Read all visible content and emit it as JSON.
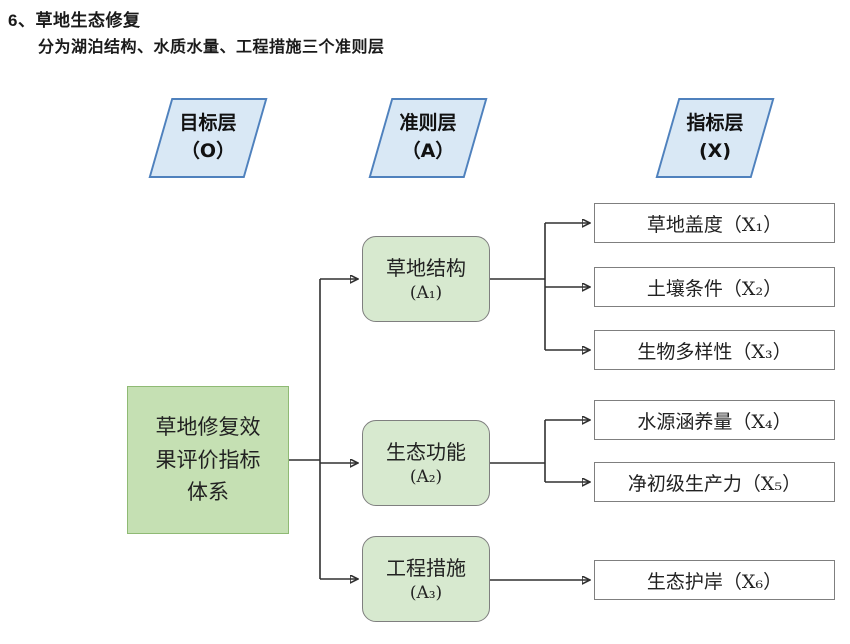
{
  "title": "6、草地生态修复",
  "subtitle": "分为湖泊结构、水质水量、工程措施三个准则层",
  "layers": {
    "goal_header": {
      "line1": "目标层",
      "line2": "（O）"
    },
    "criteria_header": {
      "line1": "准则层",
      "line2": "（A）"
    },
    "indicator_header": {
      "line1": "指标层",
      "line2": "(X)"
    }
  },
  "goal": {
    "line1": "草地修复效",
    "line2": "果评价指标",
    "line3": "体系"
  },
  "criteria": [
    {
      "name": "草地结构",
      "code": "(A₁)"
    },
    {
      "name": "生态功能",
      "code": "(A₂)"
    },
    {
      "name": "工程措施",
      "code": "(A₃)"
    }
  ],
  "indicators": [
    {
      "label": "草地盖度（X₁）"
    },
    {
      "label": "土壤条件（X₂）"
    },
    {
      "label": "生物多样性（X₃）"
    },
    {
      "label": "水源涵养量（X₄）"
    },
    {
      "label": "净初级生产力（X₅）"
    },
    {
      "label": "生态护岸（X₆）"
    }
  ],
  "colors": {
    "header_fill": "#d9e8f5",
    "header_border": "#4f81bd",
    "goal_fill": "#c5e0b3",
    "goal_border": "#8fba74",
    "criteria_fill": "#d7e9cf",
    "box_border": "#7f7f7f",
    "line": "#303030"
  }
}
